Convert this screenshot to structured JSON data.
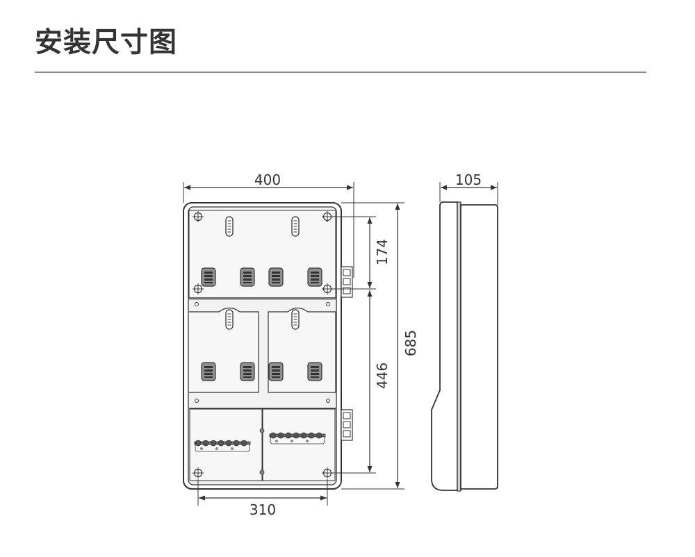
{
  "header": {
    "title": "安装尺寸图"
  },
  "dimensions": {
    "front_width": "400",
    "mount_width": "310",
    "upper_height": "174",
    "lower_height": "446",
    "total_height": "685",
    "side_depth": "105"
  }
}
